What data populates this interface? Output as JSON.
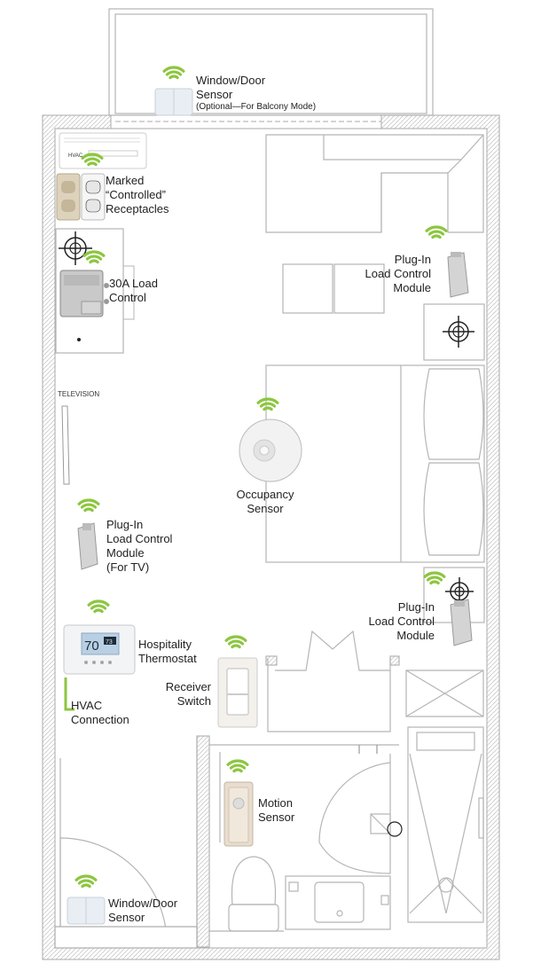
{
  "labels": {
    "window_door_top": {
      "line1": "Window/Door",
      "line2": "Sensor",
      "note": "(Optional—For Balcony Mode)"
    },
    "hvac_unit": "HVAC",
    "marked_receptacles": {
      "line1": "Marked",
      "line2": "“Controlled”",
      "line3": "Receptacles"
    },
    "load_control_30a": {
      "line1": "30A Load",
      "line2": "Control"
    },
    "plugin_top": {
      "line1": "Plug-In",
      "line2": "Load Control",
      "line3": "Module"
    },
    "television": "TELEVISION",
    "occupancy": {
      "line1": "Occupancy",
      "line2": "Sensor"
    },
    "plugin_tv": {
      "line1": "Plug-In",
      "line2": "Load Control",
      "line3": "Module",
      "line4": "(For TV)"
    },
    "plugin_bottom": {
      "line1": "Plug-In",
      "line2": "Load Control",
      "line3": "Module"
    },
    "thermostat": {
      "line1": "Hospitality",
      "line2": "Thermostat",
      "temp": "70",
      "setpoint": "73"
    },
    "receiver_switch": {
      "line1": "Receiver",
      "line2": "Switch"
    },
    "hvac_connection": {
      "line1": "HVAC",
      "line2": "Connection"
    },
    "motion": {
      "line1": "Motion",
      "line2": "Sensor"
    },
    "window_door_bottom": {
      "line1": "Window/Door",
      "line2": "Sensor"
    }
  },
  "colors": {
    "wireless": "#8cc63f",
    "wall": "#aaaaaa",
    "line": "#b5b5b5",
    "text": "#222222"
  }
}
